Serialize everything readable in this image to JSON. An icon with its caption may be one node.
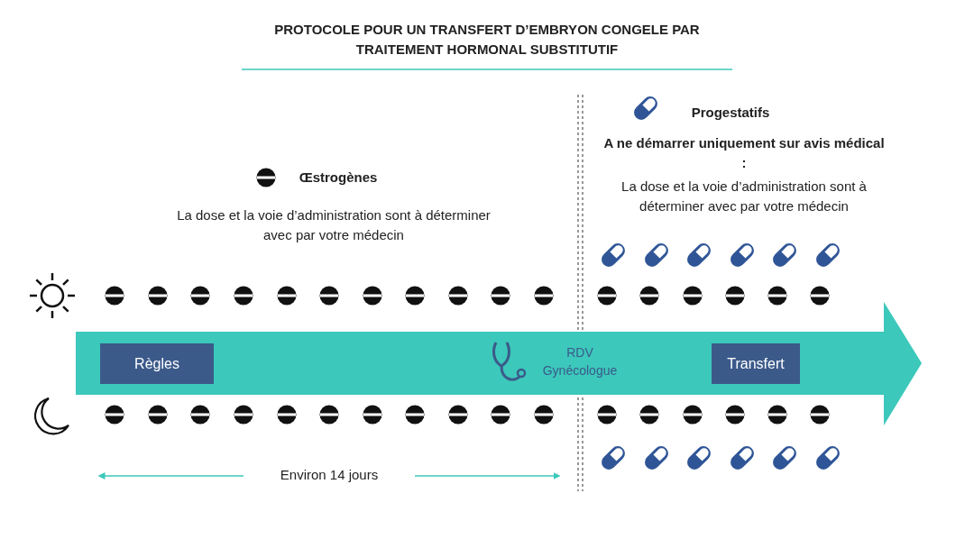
{
  "diagram": {
    "title": "PROTOCOLE POUR UN TRANSFERT D’EMBRYON CONGELE PAR TRAITEMENT HORMONAL SUBSTITUTIF",
    "nodes": [
      {
        "text": [
          "Règles"
        ]
      },
      {
        "text": [
          "RDV Gynécologue"
        ]
      },
      {
        "text": [
          "Transfert"
        ]
      }
    ],
    "labels": [
      "Progestatifs",
      "A ne démarrer uniquement sur avis médical :",
      "La dose et la voie d’administration sont à déterminer avec par votre médecin",
      "Œstrogènes",
      "La dose et la voie d’administration sont à déterminer avec par votre médecin",
      "Environ 14 jours"
    ]
  }
}
